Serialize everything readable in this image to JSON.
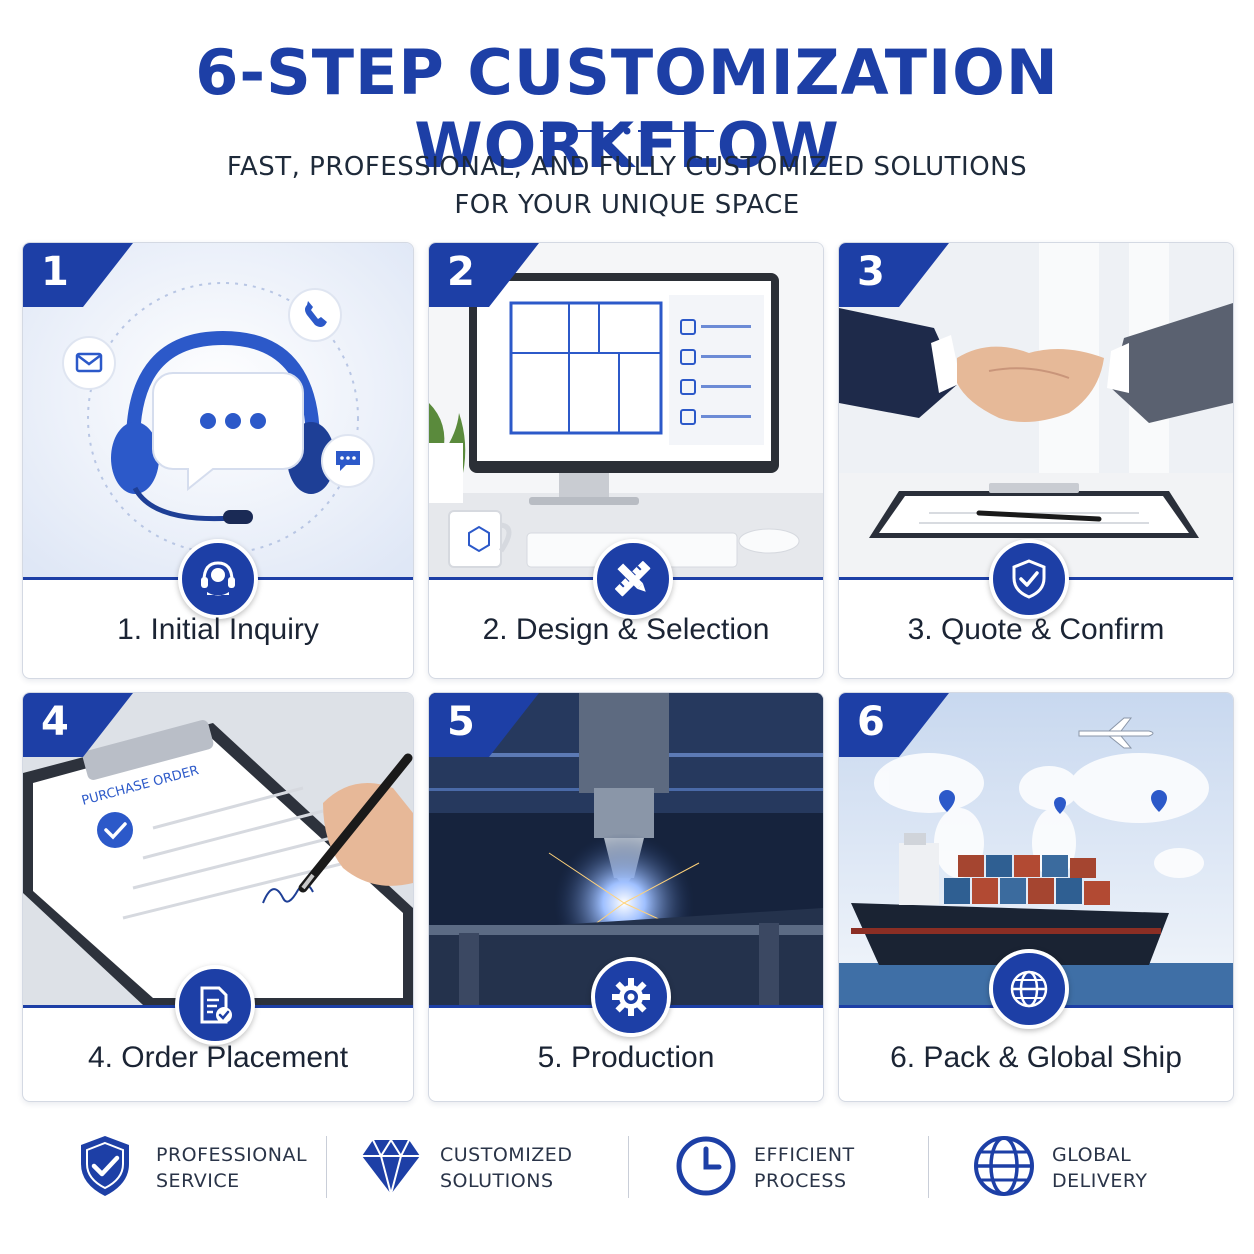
{
  "header": {
    "title": "6-STEP CUSTOMIZATION WORKFLOW",
    "subtitle_line1": "FAST, PROFESSIONAL, AND FULLY CUSTOMIZED SOLUTIONS",
    "subtitle_line2": "FOR YOUR UNIQUE SPACE"
  },
  "colors": {
    "accent": "#1d3fa6",
    "text": "#1b2434",
    "border": "#d4d9e3"
  },
  "steps": [
    {
      "number": "1",
      "label": "1. Initial Inquiry",
      "icon": "headset-icon"
    },
    {
      "number": "2",
      "label": "2. Design & Selection",
      "icon": "ruler-pencil-icon"
    },
    {
      "number": "3",
      "label": "3. Quote & Confirm",
      "icon": "shield-check-icon"
    },
    {
      "number": "4",
      "label": "4. Order Placement",
      "icon": "document-check-icon"
    },
    {
      "number": "5",
      "label": "5. Production",
      "icon": "gear-icon"
    },
    {
      "number": "6",
      "label": "6. Pack & Global Ship",
      "icon": "globe-icon"
    }
  ],
  "scene_text": {
    "purchase_order": "PURCHASE ORDER"
  },
  "features": [
    {
      "line1": "PROFESSIONAL",
      "line2": "SERVICE",
      "icon": "shield-check-icon"
    },
    {
      "line1": "CUSTOMIZED",
      "line2": "SOLUTIONS",
      "icon": "diamond-icon"
    },
    {
      "line1": "EFFICIENT",
      "line2": "PROCESS",
      "icon": "clock-icon"
    },
    {
      "line1": "GLOBAL",
      "line2": "DELIVERY",
      "icon": "globe-icon"
    }
  ]
}
